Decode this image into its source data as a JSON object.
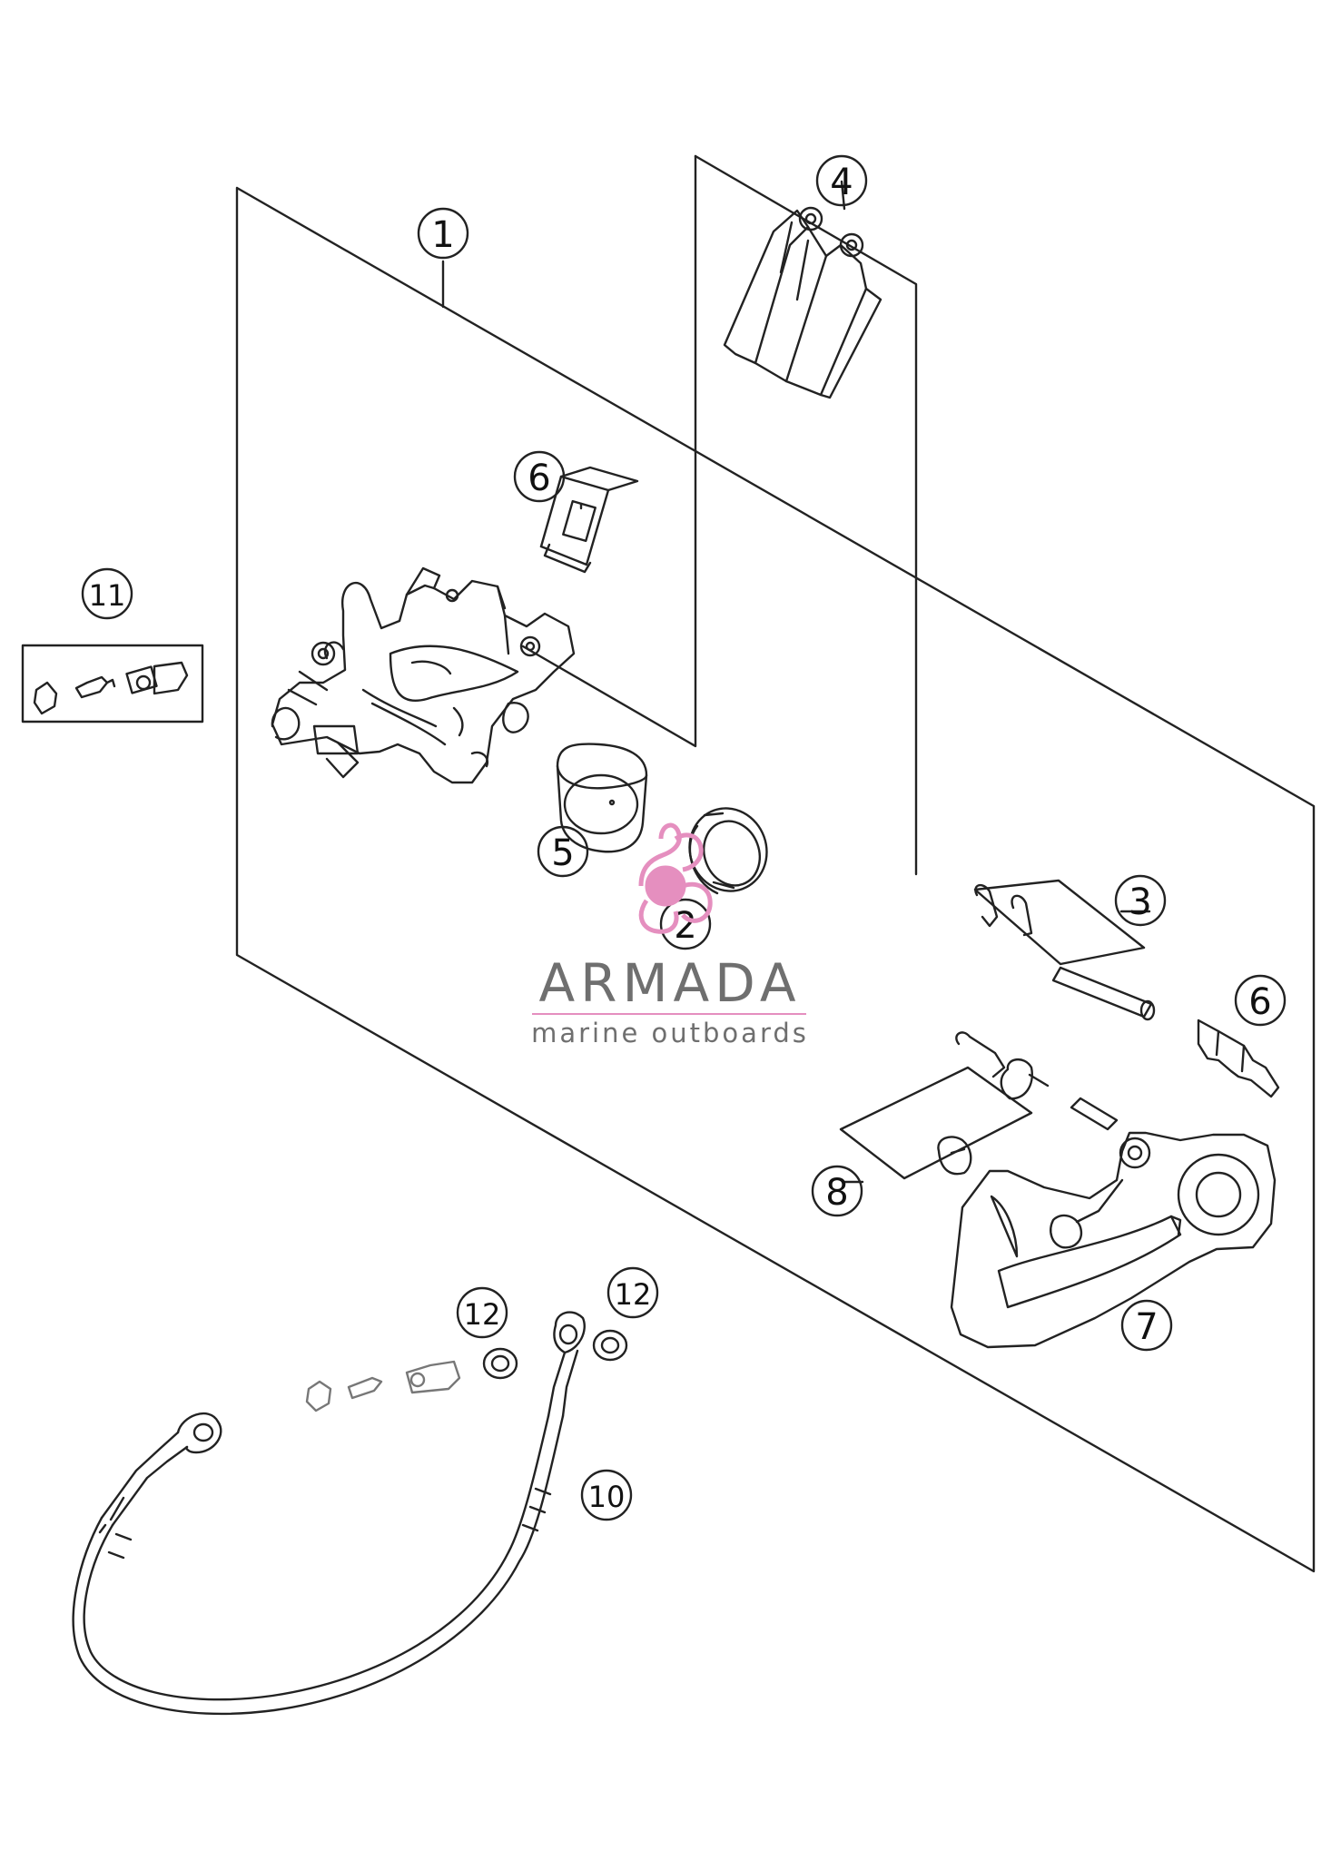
{
  "callouts": [
    "1",
    "4",
    "6",
    "11",
    "5",
    "2",
    "3",
    "6",
    "8",
    "7",
    "12",
    "12",
    "10"
  ],
  "watermark": {
    "brand": "ARMADA",
    "tagline": "marine outboards",
    "logo_color": "#e58fbf",
    "text_color": "#6f6f6f"
  },
  "line_color": "#222222"
}
